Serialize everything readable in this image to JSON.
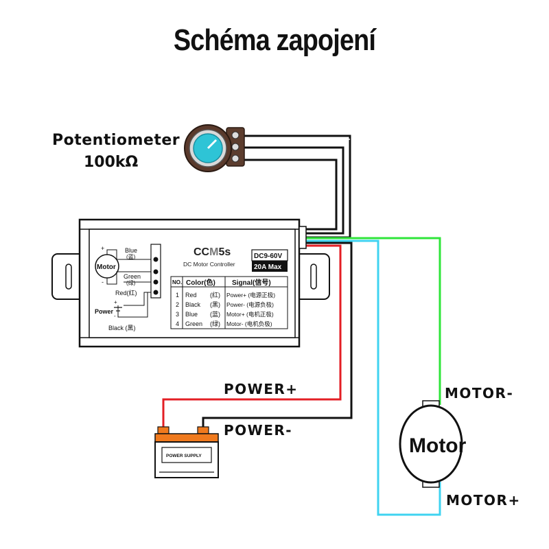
{
  "title": "Schéma zapojení",
  "labels": {
    "potentiometer_line1": "Potentiometer",
    "potentiometer_line2": "100kΩ",
    "power_plus": "POWER+",
    "power_minus": "POWER-",
    "motor_minus": "MOTOR-",
    "motor_plus": "MOTOR+",
    "motor": "Motor"
  },
  "controller": {
    "brand_pre": "CC",
    "brand_mid": "M",
    "brand_post": "5s",
    "subtitle": "DC Motor Controller",
    "voltage": "DC9-60V",
    "current": "20A Max",
    "diagram": {
      "motor": "Motor",
      "blue": "Blue",
      "blue_cn": "(蓝)",
      "green": "Green",
      "green_cn": "(绿)",
      "red": "Red(红)",
      "power": "Power",
      "black": "Black (黑)",
      "plus": "+",
      "minus": "-"
    },
    "table": {
      "headers": [
        "NO.",
        "Color(色)",
        "Signal(信号)"
      ],
      "rows": [
        {
          "no": "1",
          "color": "Red",
          "color_cn": "(红)",
          "signal": "Power+ (电源正极)"
        },
        {
          "no": "2",
          "color": "Black",
          "color_cn": "(黑)",
          "signal": "Power- (电源负极)"
        },
        {
          "no": "3",
          "color": "Blue",
          "color_cn": "(蓝)",
          "signal": "Motor+ (电机正极)"
        },
        {
          "no": "4",
          "color": "Green",
          "color_cn": "(绿)",
          "signal": "Motor- (电机负极)"
        }
      ]
    }
  },
  "battery": {
    "label": "POWER SUPPLY"
  },
  "colors": {
    "red_wire": "#e31e24",
    "black_wire": "#111111",
    "green_wire": "#2fe53a",
    "blue_wire": "#3fd3f0",
    "knob": "#2ec4d6",
    "battery_top": "#f07a1e"
  }
}
